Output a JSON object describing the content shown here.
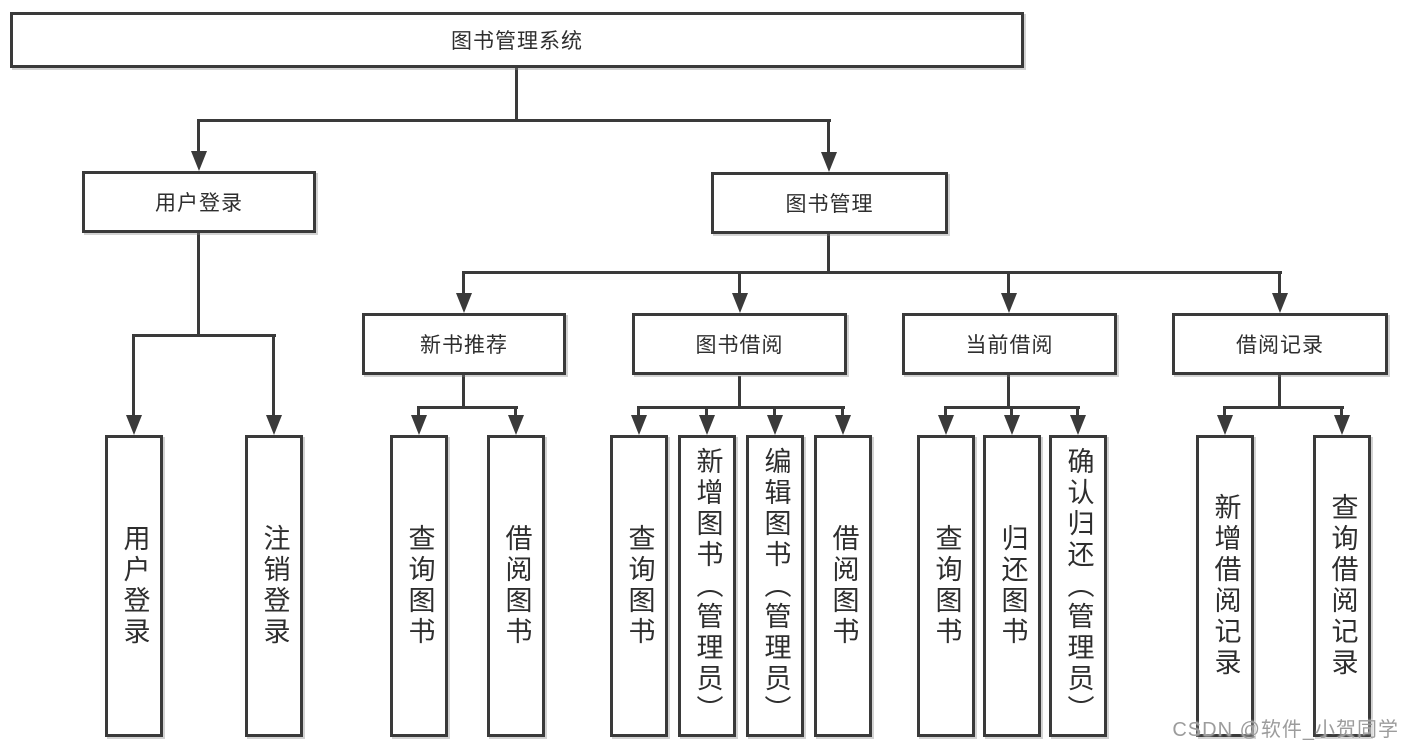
{
  "colors": {
    "line": "#3a3a3a",
    "text": "#2e2e2e",
    "background": "#ffffff",
    "watermark": "#9c9c9c"
  },
  "tree": {
    "label": "图书管理系统",
    "children": [
      {
        "label": "用户登录",
        "children": [
          {
            "label": "用户登录"
          },
          {
            "label": "注销登录"
          }
        ]
      },
      {
        "label": "图书管理",
        "children": [
          {
            "label": "新书推荐",
            "children": [
              {
                "label": "查询图书"
              },
              {
                "label": "借阅图书"
              }
            ]
          },
          {
            "label": "图书借阅",
            "children": [
              {
                "label": "查询图书"
              },
              {
                "label": "新增图书（管理员）"
              },
              {
                "label": "编辑图书（管理员）"
              },
              {
                "label": "借阅图书"
              }
            ]
          },
          {
            "label": "当前借阅",
            "children": [
              {
                "label": "查询图书"
              },
              {
                "label": "归还图书"
              },
              {
                "label": "确认归还（管理员）"
              }
            ]
          },
          {
            "label": "借阅记录",
            "children": [
              {
                "label": "新增借阅记录"
              },
              {
                "label": "查询借阅记录"
              }
            ]
          }
        ]
      }
    ]
  },
  "watermark": {
    "text": "CSDN @软件_小贺同学"
  }
}
